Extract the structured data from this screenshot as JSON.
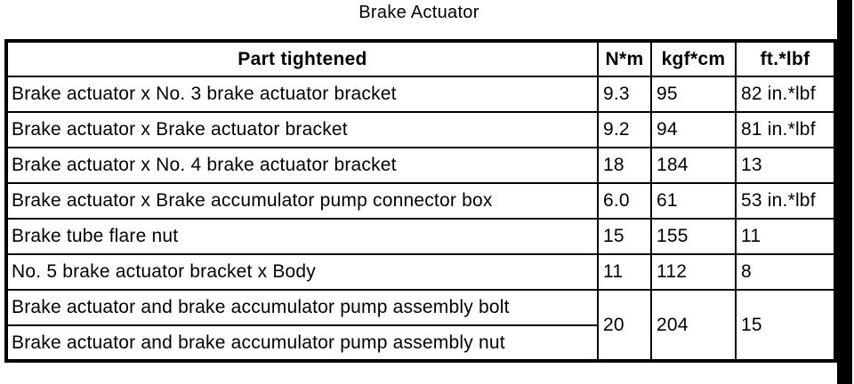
{
  "title": "Brake Actuator",
  "table": {
    "columns": [
      "Part tightened",
      "N*m",
      "kgf*cm",
      "ft.*lbf"
    ],
    "rows": [
      {
        "part": "Brake actuator x No. 3 brake actuator bracket",
        "nm": "9.3",
        "kgfcm": "95",
        "ftlbf": "82 in.*lbf"
      },
      {
        "part": "Brake actuator x Brake actuator bracket",
        "nm": "9.2",
        "kgfcm": "94",
        "ftlbf": "81 in.*lbf"
      },
      {
        "part": "Brake actuator x No. 4 brake actuator bracket",
        "nm": "18",
        "kgfcm": "184",
        "ftlbf": "13"
      },
      {
        "part": "Brake actuator x Brake accumulator pump connector box",
        "nm": "6.0",
        "kgfcm": "61",
        "ftlbf": "53 in.*lbf"
      },
      {
        "part": "Brake tube flare nut",
        "nm": "15",
        "kgfcm": "155",
        "ftlbf": "11"
      },
      {
        "part": "No. 5 brake actuator bracket x Body",
        "nm": "11",
        "kgfcm": "112",
        "ftlbf": "8"
      },
      {
        "part": "Brake actuator and brake accumulator pump assembly bolt",
        "nm": "20",
        "kgfcm": "204",
        "ftlbf": "15",
        "values_span_two_rows": true
      },
      {
        "part": "Brake actuator and brake accumulator pump assembly nut",
        "values_merged_with_row_above": true
      }
    ]
  },
  "colors": {
    "background": "#ffffff",
    "text": "#000000",
    "border": "#000000",
    "scan_edge_bar": "#000000"
  }
}
